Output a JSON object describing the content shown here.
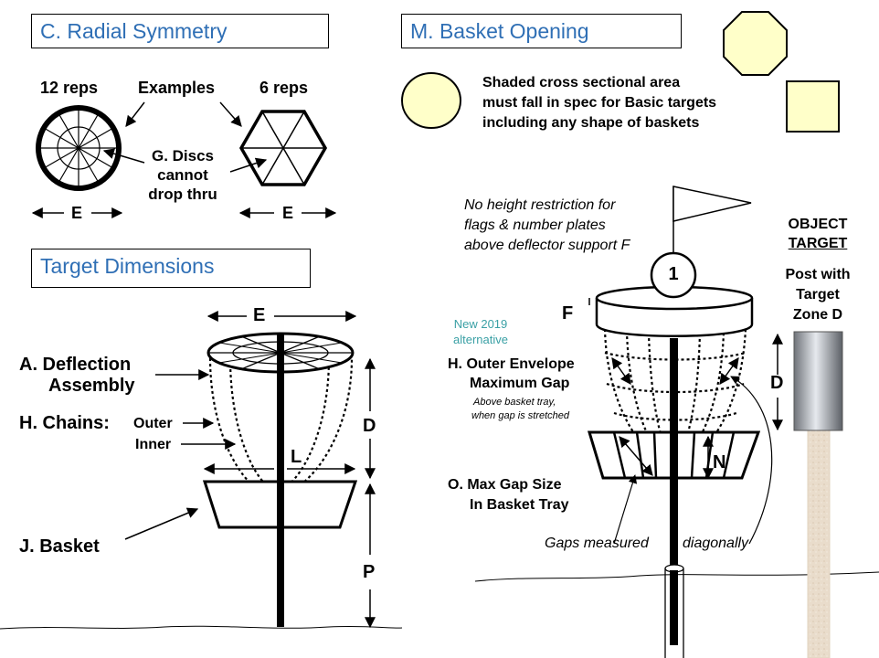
{
  "titles": {
    "radial": "C. Radial Symmetry",
    "basket_opening": "M. Basket Opening",
    "target_dimensions": "Target Dimensions"
  },
  "radial": {
    "reps12": "12 reps",
    "examples": "Examples",
    "reps6": "6 reps",
    "discs_note": [
      "G. Discs",
      "cannot",
      "drop thru"
    ],
    "e_left": "E",
    "e_right": "E"
  },
  "opening": {
    "shaded_note": [
      "Shaded cross sectional area",
      "must fall in spec for Basic targets",
      "including any shape of baskets"
    ]
  },
  "dimensions": {
    "e_label": "E",
    "deflection": [
      "A. Deflection",
      "Assembly"
    ],
    "chains": "H. Chains:",
    "outer": "Outer",
    "inner": "Inner",
    "d_label": "D",
    "l_label": "L",
    "basket": "J. Basket",
    "p_label": "P"
  },
  "right": {
    "height_note": [
      "No height restriction for",
      "flags & number plates",
      "above deflector support F"
    ],
    "number": "1",
    "f_label": "F",
    "new2019": [
      "New 2019",
      "alternative"
    ],
    "outer_env": [
      "H. Outer Envelope",
      "Maximum Gap"
    ],
    "outer_env_note": [
      "Above basket tray,",
      "when gap is stretched"
    ],
    "n_label": "N",
    "max_gap": [
      "O. Max Gap Size",
      "In Basket Tray"
    ],
    "gaps_measured": "Gaps measured",
    "diagonally": "diagonally",
    "object_target": [
      "OBJECT",
      "TARGET"
    ],
    "post_with": [
      "Post with",
      "Target",
      "Zone D"
    ],
    "d_label": "D"
  },
  "colors": {
    "title_blue": "#2f6fb5",
    "shape_fill": "#ffffc9",
    "teal": "#3aa0a5"
  }
}
